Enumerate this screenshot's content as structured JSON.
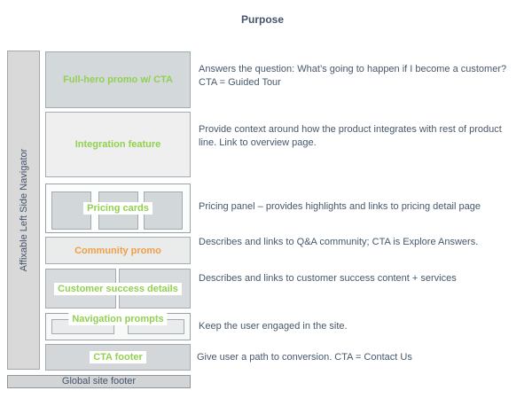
{
  "page_title": "Purpose",
  "colors": {
    "green": "#92d050",
    "orange": "#ef9e4a",
    "dark": "#44546a"
  },
  "sidebar": {
    "label": "Affixable Left Side Navigator"
  },
  "sections": [
    {
      "id": "full-hero-promo",
      "label": "Full-hero promo w/ CTA",
      "purpose": "Answers the question: What’s going to happen if I become a customer? CTA = Guided Tour"
    },
    {
      "id": "integration-feature",
      "label": "Integration feature",
      "purpose": "Provide context around how the product integrates with rest of product line. Link to overview page."
    },
    {
      "id": "pricing-cards",
      "label": "Pricing cards",
      "purpose": "Pricing panel – provides highlights and links to pricing detail page"
    },
    {
      "id": "community-promo",
      "label": "Community promo",
      "purpose": "Describes and links to Q&A community; CTA is Explore Answers."
    },
    {
      "id": "customer-success-details",
      "label": "Customer success details",
      "purpose": "Describes and links to customer success content + services"
    },
    {
      "id": "navigation-prompts",
      "label": "Navigation prompts",
      "purpose": "Keep the user engaged in the site."
    },
    {
      "id": "cta-footer",
      "label": "CTA footer",
      "purpose": "Give user a path to conversion. CTA = Contact Us"
    }
  ],
  "global_footer": {
    "label": "Global site footer"
  }
}
